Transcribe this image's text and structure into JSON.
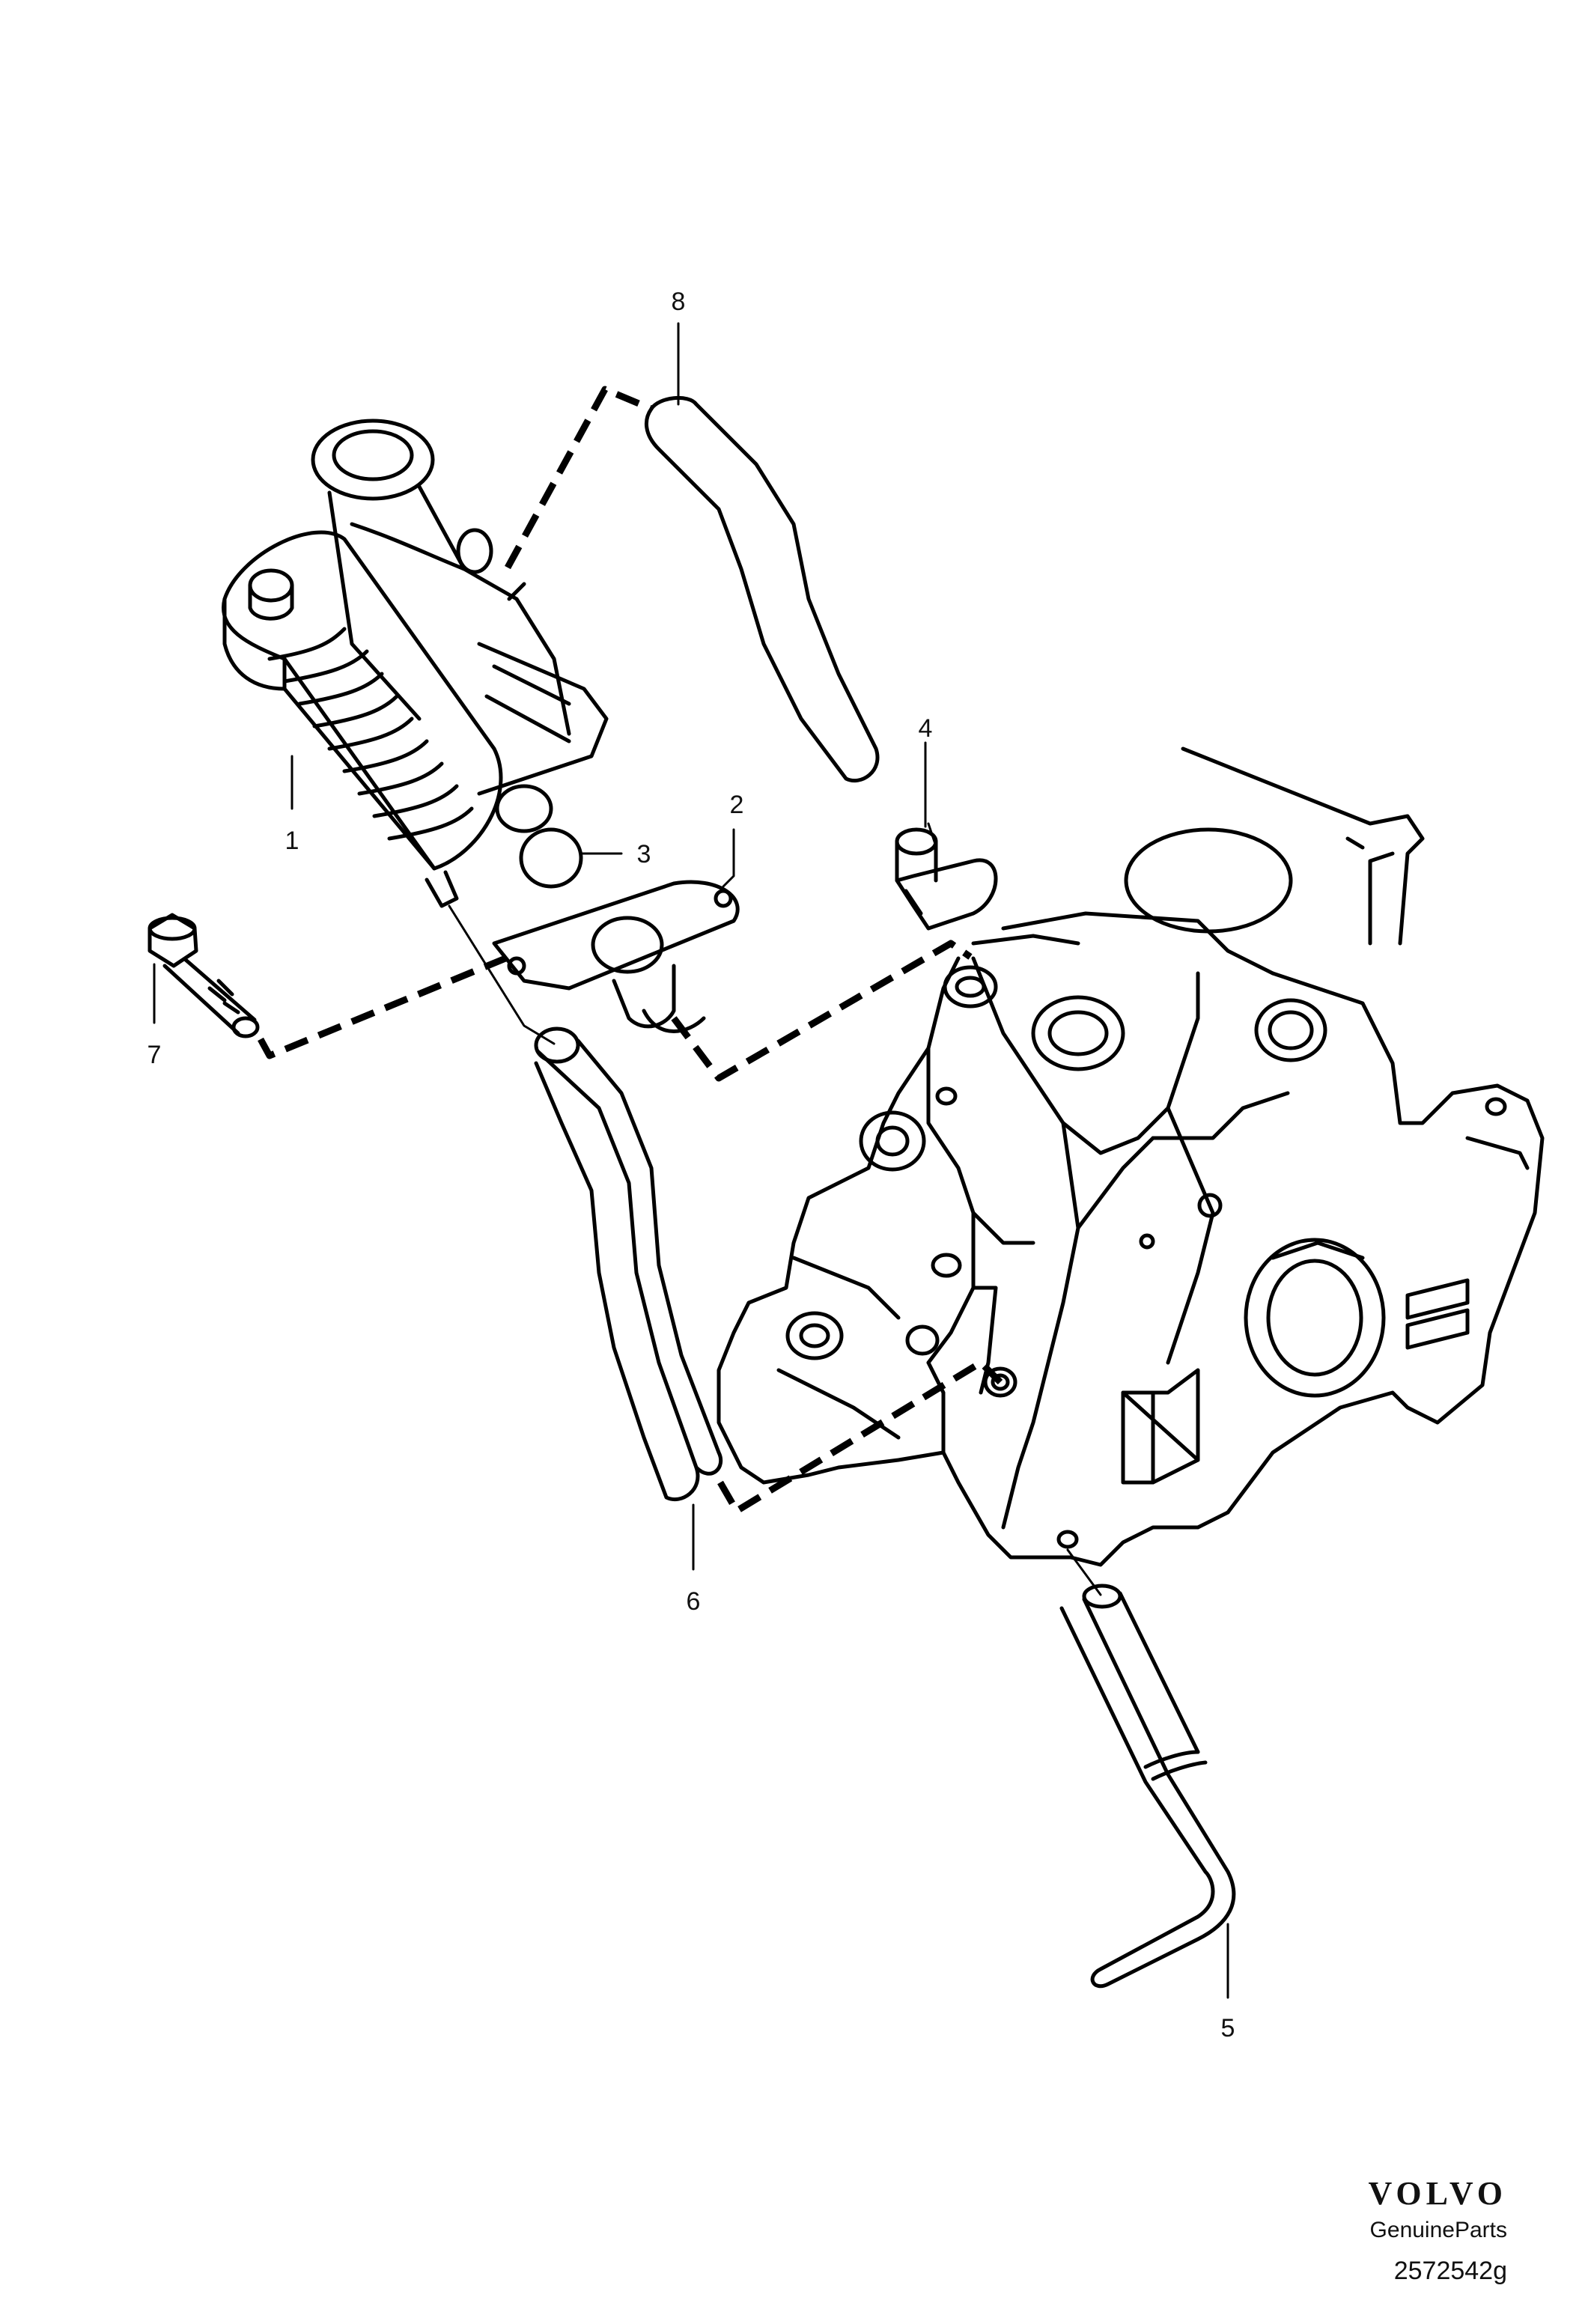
{
  "callouts": [
    {
      "id": "1",
      "label": "1"
    },
    {
      "id": "2",
      "label": "2"
    },
    {
      "id": "3",
      "label": "3"
    },
    {
      "id": "4",
      "label": "4"
    },
    {
      "id": "5",
      "label": "5"
    },
    {
      "id": "6",
      "label": "6"
    },
    {
      "id": "7",
      "label": "7"
    },
    {
      "id": "8",
      "label": "8"
    }
  ],
  "footer": {
    "brand": "VOLVO",
    "subtitle": "GenuineParts",
    "diagram_number": "2572542g"
  }
}
